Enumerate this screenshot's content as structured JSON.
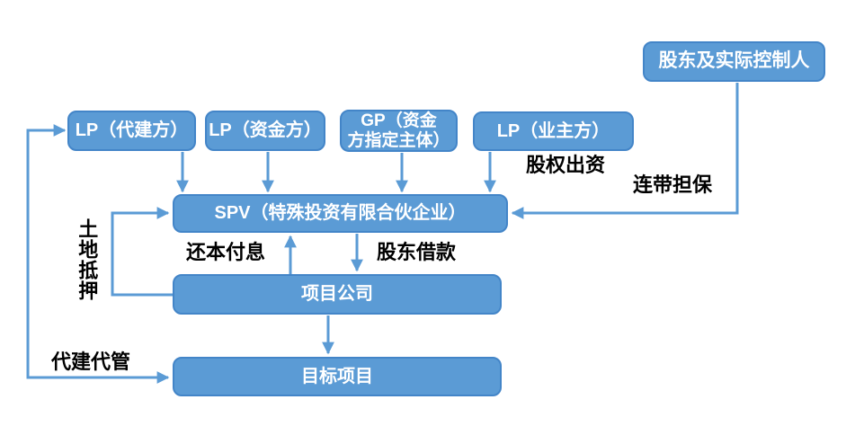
{
  "colors": {
    "background": "#FFFFFF",
    "box_fill": "#5B9BD5",
    "box_border": "#4385C8",
    "box_text": "#FFFFFF",
    "connector": "#5B9BD5",
    "label_text": "#000000"
  },
  "boxes": {
    "lp_agent_builder": "LP（代建方）",
    "lp_capital": "LP（资金方）",
    "gp_capital_designee": "GP（资金\n方指定主体）",
    "lp_owner": "LP（业主方）",
    "shareholders_controller": "股东及实际控制人",
    "spv": "SPV（特殊投资有限合伙企业）",
    "project_company": "项目公司",
    "target_project": "目标项目"
  },
  "edge_labels": {
    "equity_contribution": "股权出资",
    "joint_guarantee": "连带担保",
    "repay_principal_and_interest": "还本付息",
    "shareholder_loan": "股东借款",
    "land_mortgage": "土地抵押",
    "agency_construction_management": "代建代管"
  }
}
